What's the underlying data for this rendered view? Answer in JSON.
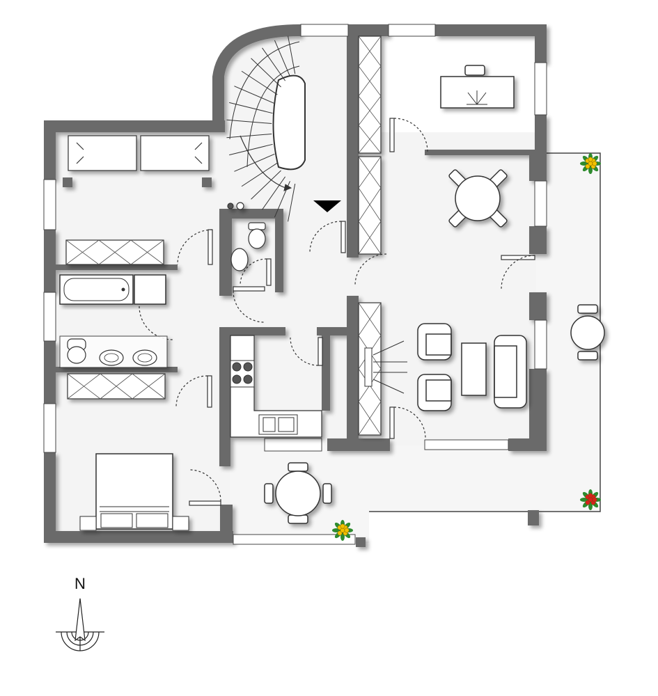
{
  "compass": {
    "label": "N"
  },
  "colors": {
    "wall": "#6a6a6a",
    "floor": "#f4f4f4",
    "terrace": "#f6f6f6",
    "furniture_fill": "#ffffff",
    "furniture_stroke": "#333333",
    "shadow": "#9a9a9a",
    "flower_petal": "#f2c200",
    "flower_petal_alt": "#d9211d",
    "leaf": "#2e8b2e",
    "entrance_marker": "#000000"
  },
  "rooms": [
    "stairwell",
    "study",
    "dining-area",
    "living-area",
    "kitchen",
    "bathroom",
    "wc",
    "bedroom",
    "terrace"
  ],
  "icons": [
    "compass-icon",
    "entrance-arrow-icon",
    "plant-icon"
  ]
}
